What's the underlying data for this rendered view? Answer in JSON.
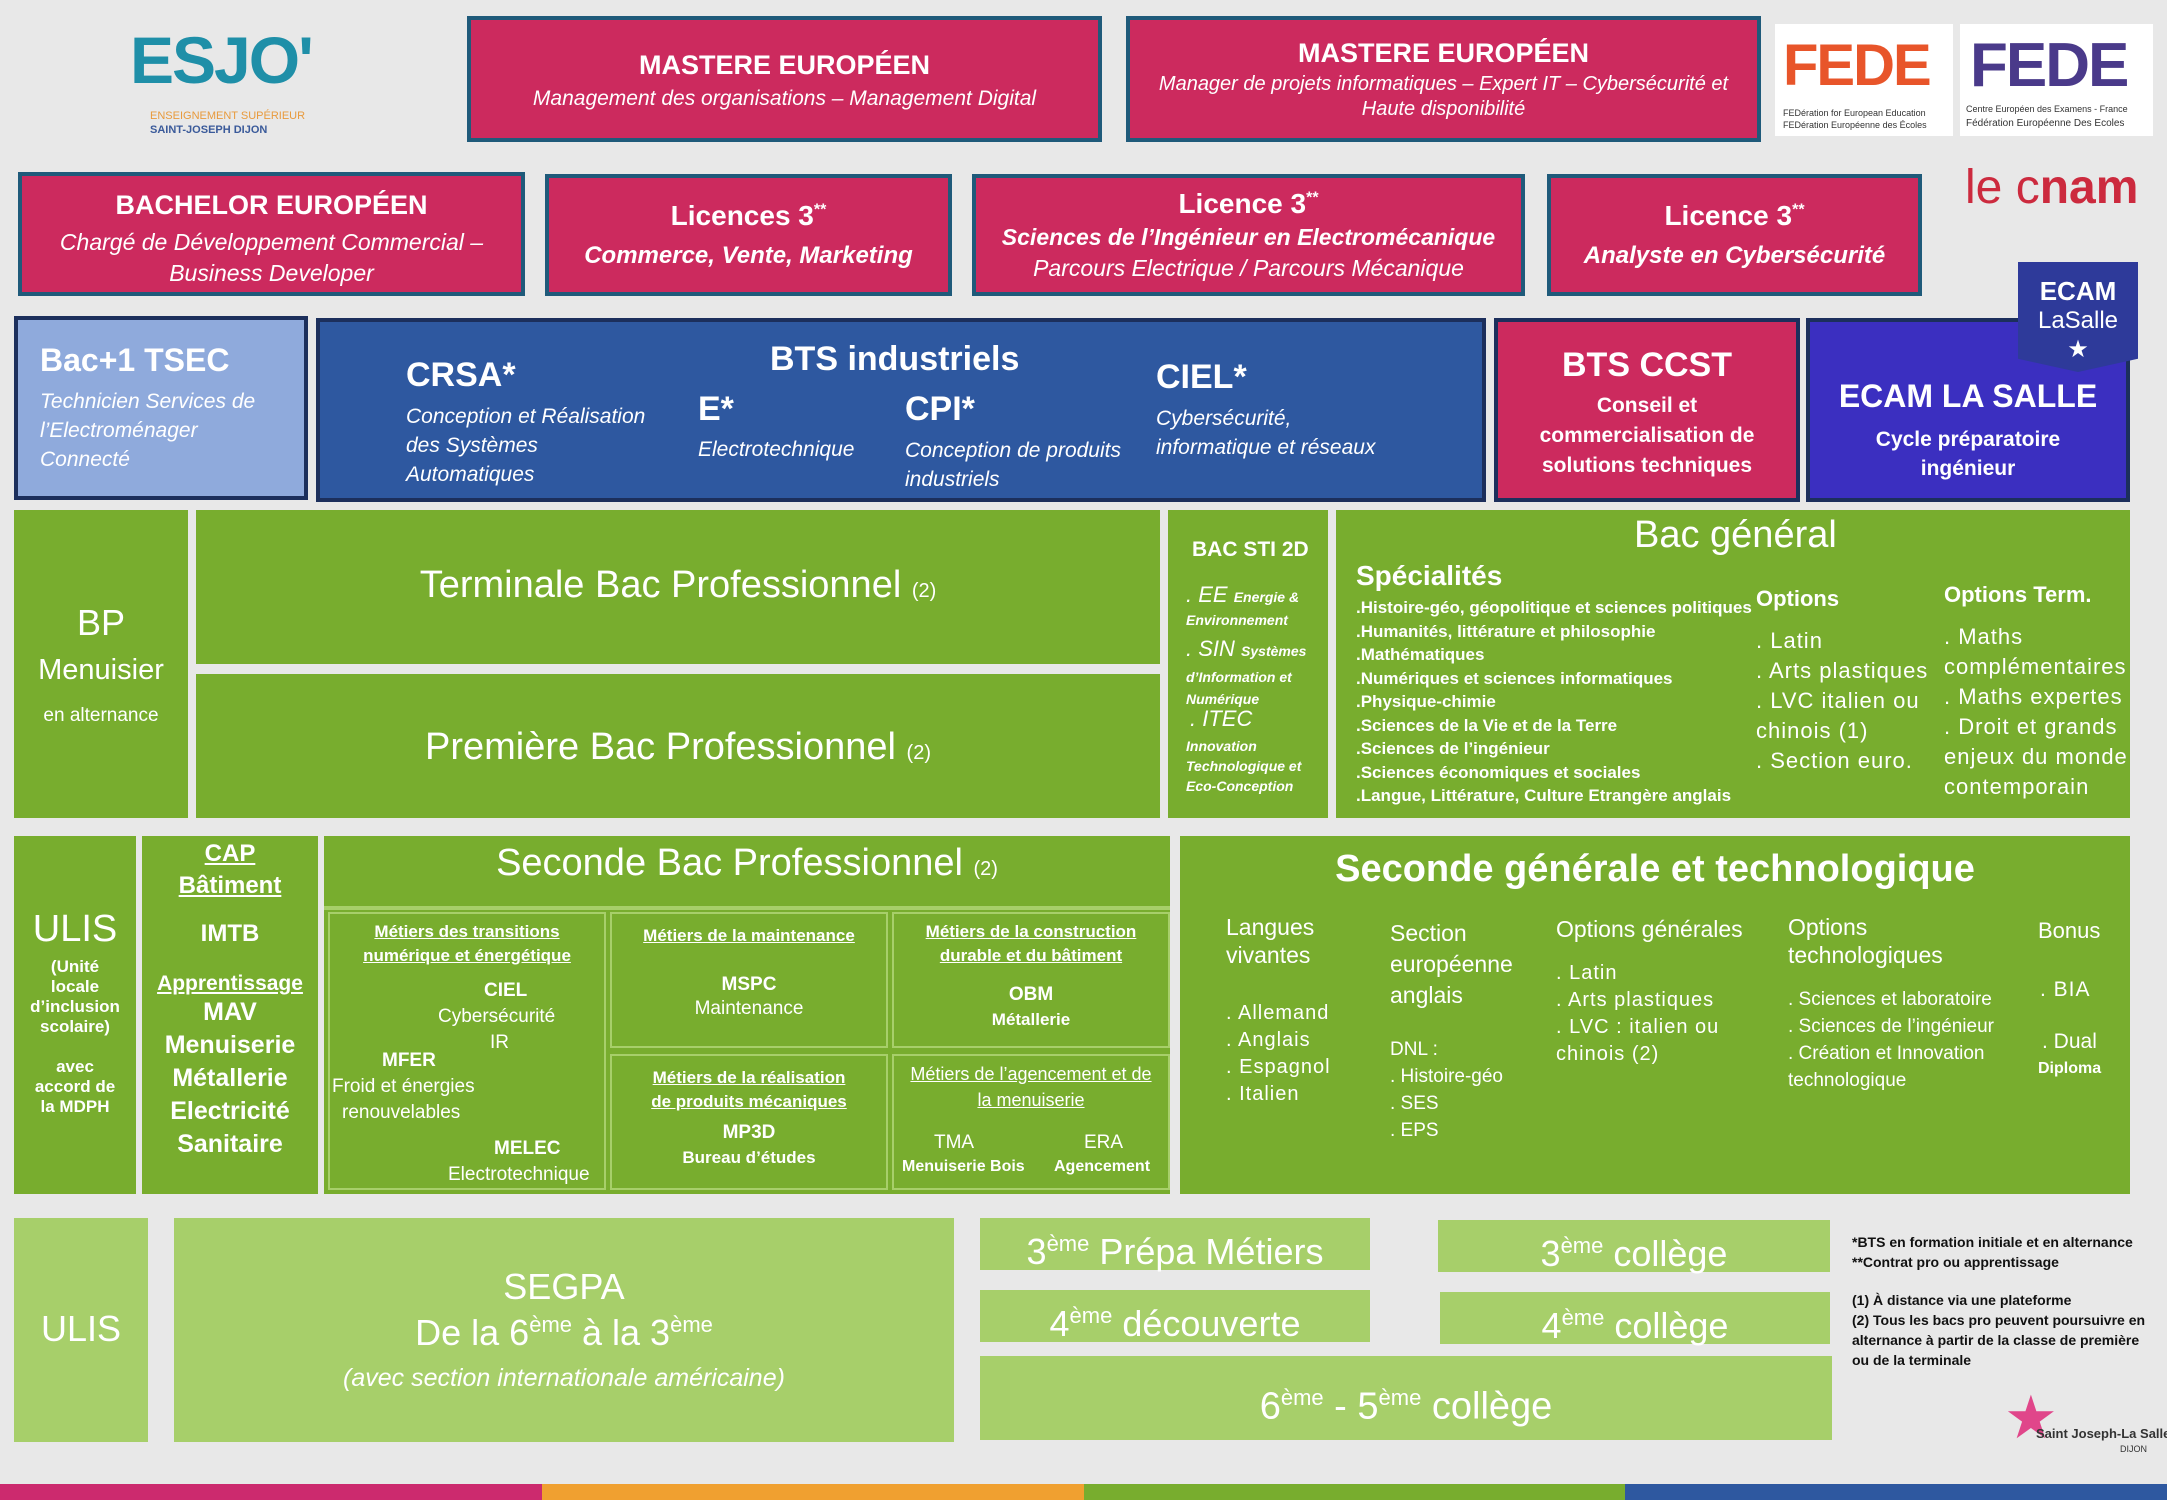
{
  "logos": {
    "esjo": "ESJO'",
    "esjo_sub1": "ENSEIGNEMENT SUPÉRIEUR",
    "esjo_sub2": "SAINT-JOSEPH DIJON",
    "fede1": "FEDE",
    "fede1_sub1": "FEDération for European Education",
    "fede1_sub2": "FEDération Européenne des Écoles",
    "fede2": "FEDE",
    "fede2_sub1": "Centre Européen des Examens - France",
    "fede2_sub2": "Fédération Européenne Des Ecoles",
    "cnam_a": "le c",
    "cnam_b": "nam",
    "ecam": "ECAM",
    "lasalle": "LaSalle",
    "sjls": "Saint Joseph-La Salle",
    "sjls_sub": "DIJON"
  },
  "master1": {
    "title": "MASTERE  EUROPÉEN",
    "sub": "Management des organisations – Management Digital"
  },
  "master2": {
    "title": "MASTERE  EUROPÉEN",
    "sub1": "Manager de projets informatiques – Expert IT – Cybersécurité et",
    "sub2": "Haute disponibilité"
  },
  "bachelor": {
    "title": "BACHELOR  EUROPÉEN",
    "sub1": "Chargé de Développement Commercial –",
    "sub2": "Business Developer"
  },
  "lic1": {
    "title": "Licences 3",
    "sup": "**",
    "sub": "Commerce, Vente, Marketing"
  },
  "lic2": {
    "title": "Licence 3",
    "sup": "**",
    "sub1": "Sciences de l’Ingénieur en Electromécanique",
    "sub2": "Parcours Electrique / Parcours Mécanique"
  },
  "lic3": {
    "title": "Licence 3",
    "sup": "**",
    "sub": "Analyste en Cybersécurité"
  },
  "tsec": {
    "title": "Bac+1 TSEC",
    "sub1": "Technicien Services de",
    "sub2": "l’Electroménager",
    "sub3": "Connecté"
  },
  "bts": {
    "title": "BTS industriels",
    "crsa": "CRSA*",
    "crsa_s1": "Conception et Réalisation",
    "crsa_s2": "des Systèmes",
    "crsa_s3": "Automatiques",
    "e": "E*",
    "e_s": "Electrotechnique",
    "cpi": "CPI*",
    "cpi_s1": "Conception de produits",
    "cpi_s2": "industriels",
    "ciel": "CIEL*",
    "ciel_s1": "Cybersécurité,",
    "ciel_s2": "informatique et réseaux"
  },
  "ccst": {
    "title": "BTS CCST",
    "sub1": "Conseil et",
    "sub2": "commercialisation de",
    "sub3": "solutions techniques"
  },
  "ecam": {
    "title": "ECAM LA SALLE",
    "sub1": "Cycle préparatoire",
    "sub2": "ingénieur"
  },
  "bp": {
    "title": "BP",
    "sub": "Menuisier",
    "alt": "en alternance"
  },
  "term_pro": {
    "title": "Terminale Bac Professionnel",
    "n": "(2)"
  },
  "prem_pro": {
    "title": "Première Bac Professionnel",
    "n": "(2)"
  },
  "sti": {
    "title": "BAC STI 2D",
    "ee": ". EE",
    "ee_s": "Energie &",
    "ee_s2": "Environnement",
    "sin": ". SIN",
    "sin_s": "Systèmes",
    "sin_s2": "d’Information et",
    "sin_s3": "Numérique",
    "itec": ". ITEC",
    "itec_s1": "Innovation",
    "itec_s2": "Technologique et",
    "itec_s3": "Eco-Conception"
  },
  "bacgen": {
    "title": "Bac général",
    "spec_title": "Spécialités",
    "specs": [
      ".Histoire-géo, géopolitique et sciences politiques",
      ".Humanités, littérature et philosophie",
      ".Mathématiques",
      ".Numériques et sciences informatiques",
      ".Physique-chimie",
      ".Sciences de la Vie et de la Terre",
      ".Sciences de l’ingénieur",
      ".Sciences économiques et sociales",
      ".Langue, Littérature, Culture Etrangère anglais"
    ],
    "opt_title": "Options",
    "opts": [
      ". Latin",
      ". Arts plastiques",
      ". LVC italien ou",
      "chinois (1)",
      ". Section euro."
    ],
    "term_title": "Options Term.",
    "terms": [
      ". Maths",
      "complémentaires",
      ". Maths expertes",
      ". Droit et grands",
      "enjeux du monde",
      "contemporain"
    ]
  },
  "ulis1": {
    "title": "ULIS",
    "s": [
      "(Unité",
      "locale",
      "d’inclusion",
      "scolaire)",
      "",
      "avec",
      "accord de",
      "la MDPH"
    ]
  },
  "cap": {
    "title1": "CAP",
    "title2": "Bâtiment",
    "imtb": "IMTB",
    "app": "Apprentissage",
    "list": [
      "MAV",
      "Menuiserie",
      "Métallerie",
      "Electricité",
      "Sanitaire"
    ]
  },
  "seconde_pro": {
    "title": "Seconde Bac Professionnel",
    "n": "(2)",
    "c1_t1": "Métiers des transitions",
    "c1_t2": "numérique et énergétique",
    "ciel": "CIEL",
    "ciel_s1": "Cybersécurité",
    "ciel_s2": "IR",
    "mfer": "MFER",
    "mfer_s1": "Froid et énergies",
    "mfer_s2": "renouvelables",
    "melec": "MELEC",
    "melec_s": "Electrotechnique",
    "c2_t": "Métiers de la maintenance",
    "mspc": "MSPC",
    "mspc_s": "Maintenance",
    "c3_t1": "Métiers de la construction",
    "c3_t2": "durable et du bâtiment",
    "obm": "OBM",
    "obm_s": "Métallerie",
    "c4_t1": "Métiers de la réalisation",
    "c4_t2": "de produits mécaniques",
    "mp3d": "MP3D",
    "mp3d_s": "Bureau d’études",
    "c5_t1": "Métiers de l’agencement  et de",
    "c5_t2": "la menuiserie",
    "tma": "TMA",
    "tma_s": "Menuiserie Bois",
    "era": "ERA",
    "era_s": "Agencement"
  },
  "seconde_gt": {
    "title": "Seconde générale et technologique",
    "lang_t1": "Langues",
    "lang_t2": "vivantes",
    "langs": [
      ". Allemand",
      ". Anglais",
      ". Espagnol",
      ". Italien"
    ],
    "euro_t": [
      "Section",
      "européenne",
      "anglais"
    ],
    "dnl": [
      "DNL :",
      ". Histoire-géo",
      ". SES",
      ". EPS"
    ],
    "og_t": "Options générales",
    "og": [
      ". Latin",
      ". Arts plastiques",
      ". LVC : italien ou",
      "chinois (2)"
    ],
    "ot_t1": "Options",
    "ot_t2": "technologiques",
    "ot": [
      ". Sciences et laboratoire",
      ". Sciences de l’ingénieur",
      ". Création et Innovation",
      "technologique"
    ],
    "bonus_t": "Bonus",
    "bia": ". BIA",
    "dual": ". Dual",
    "diploma": "Diploma"
  },
  "ulis2": {
    "title": "ULIS"
  },
  "segpa": {
    "title": "SEGPA",
    "l2a": "De la 6",
    "sup1": "ème",
    "l2b": " à la 3",
    "sup2": "ème",
    "l3": "(avec section internationale américaine)"
  },
  "college": {
    "prepa_n": "3",
    "prepa_sup": "ème",
    "prepa": " Prépa Métiers",
    "dec_n": "4",
    "dec_sup": "ème",
    "dec": " découverte",
    "c3_n": "3",
    "c3_sup": "ème",
    "c3": " collège",
    "c4_n": "4",
    "c4_sup": "ème",
    "c4": " collège",
    "c65_a": "6",
    "c65_s1": "ème",
    "c65_b": " - 5",
    "c65_s2": "ème",
    "c65_c": " collège"
  },
  "notes": {
    "n1": "*BTS en formation initiale et en alternance",
    "n2": "**Contrat pro ou apprentissage",
    "n3": "(1) À distance via une plateforme",
    "n4a": "(2) Tous les bacs pro peuvent poursuivre en",
    "n4b": "alternance à partir de la classe de première",
    "n4c": "ou de la terminale"
  },
  "colors": {
    "pink": "#cc2a5e",
    "blue": "#2e58a0",
    "green": "#78ad2e",
    "light_green": "#a7cf6a",
    "violet": "#3b2fc0"
  }
}
